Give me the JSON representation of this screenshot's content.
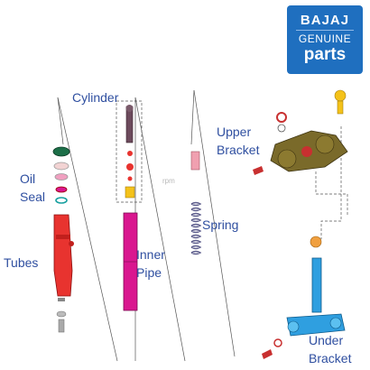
{
  "brand_badge": {
    "brand": "BAJAJ",
    "line1": "GENUINE",
    "line2": "parts",
    "color": "#1f6fbf"
  },
  "labels": {
    "cylinder": "Cylinder",
    "oil_seal_line1": "Oil",
    "oil_seal_line2": "Seal",
    "tubes": "Tubes",
    "inner_pipe_line1": "Inner",
    "inner_pipe_line2": "Pipe",
    "spring": "Spring",
    "upper_bracket_line1": "Upper",
    "upper_bracket_line2": "Bracket",
    "under_bracket_line1": "Under",
    "under_bracket_line2": "Bracket"
  },
  "watermark": "rpm",
  "colors": {
    "label_text": "#2f4fa0",
    "tube": "#e8332f",
    "inner_pipe": "#d9178f",
    "spring": "#8c8cb4",
    "upper_bracket": "#7a6a2a",
    "under_bracket": "#2f9fe0"
  }
}
